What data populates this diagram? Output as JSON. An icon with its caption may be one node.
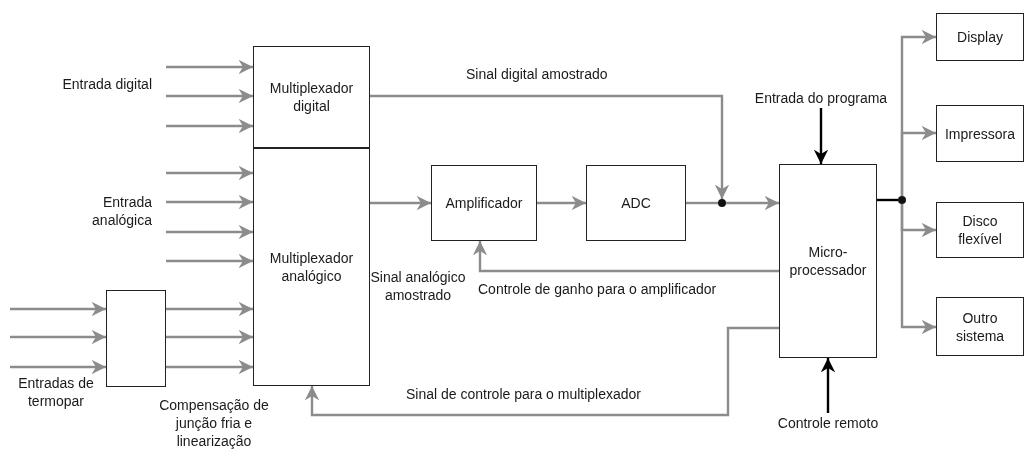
{
  "diagram": {
    "nodes": [
      {
        "text": [
          "Multiplexador digital"
        ]
      },
      {
        "text": [
          "Multiplexador analógico"
        ]
      },
      {
        "text": [],
        "shape": "box",
        "beside": [
          "Compensação de junção fria e linearização"
        ]
      },
      {
        "text": [
          "Amplificador"
        ]
      },
      {
        "text": [
          "ADC"
        ]
      },
      {
        "text": [],
        "shape": "circle"
      },
      {
        "text": [
          "Micro- processador"
        ]
      },
      {
        "text": [],
        "shape": "circle"
      },
      {
        "text": [
          "Display"
        ]
      },
      {
        "text": [
          "Impressora"
        ]
      },
      {
        "text": [
          "Disco flexível"
        ]
      },
      {
        "text": [
          "Outro sistema"
        ]
      },
      {
        "text": [
          "Entrada do programa"
        ]
      },
      {
        "text": [
          "Controle remoto"
        ]
      }
    ],
    "edges": [
      {
        "from": null,
        "to": 0,
        "arrow": "to"
      },
      {
        "from": null,
        "to": 0,
        "arrow": "to"
      },
      {
        "from": null,
        "to": 0,
        "arrow": "to"
      },
      {
        "from": null,
        "to": 1,
        "arrow": "to"
      },
      {
        "from": null,
        "to": 1,
        "arrow": "to"
      },
      {
        "from": null,
        "to": 1,
        "arrow": "to"
      },
      {
        "from": null,
        "to": 1,
        "arrow": "to"
      },
      {
        "from": null,
        "to": 2,
        "arrow": "to"
      },
      {
        "from": null,
        "to": 2,
        "arrow": "to"
      },
      {
        "from": null,
        "to": 2,
        "arrow": "to"
      },
      {
        "from": 2,
        "to": 1,
        "arrow": "to"
      },
      {
        "from": 2,
        "to": 1,
        "arrow": "to"
      },
      {
        "from": 2,
        "to": 1,
        "arrow": "to"
      },
      {
        "from": 1,
        "to": 3,
        "arrow": "to"
      },
      {
        "from": 3,
        "to": 4,
        "arrow": "to"
      },
      {
        "from": 4,
        "to": 5,
        "arrow": "none"
      },
      {
        "from": 0,
        "to": 5,
        "arrow": "to",
        "label": "Sinal digital amostrado"
      },
      {
        "from": 5,
        "to": 6,
        "arrow": "to"
      },
      {
        "from": 6,
        "to": 3,
        "arrow": "to",
        "label": "Controle de ganho para o amplificador"
      },
      {
        "from": 6,
        "to": 1,
        "arrow": "to",
        "label": "Sinal de controle para o multiplexador"
      },
      {
        "from": 12,
        "to": 6,
        "arrow": "to",
        "color": "#000000"
      },
      {
        "from": 13,
        "to": 6,
        "arrow": "to",
        "color": "#000000"
      },
      {
        "from": 6,
        "to": 7,
        "arrow": "none",
        "color": "#000000"
      },
      {
        "from": 7,
        "to": 8,
        "arrow": "to"
      },
      {
        "from": 7,
        "to": 9,
        "arrow": "to"
      },
      {
        "from": 7,
        "to": 10,
        "arrow": "to"
      },
      {
        "from": 7,
        "to": 11,
        "arrow": "to"
      }
    ],
    "labels": [
      "Entrada digital",
      "Entrada analógica",
      "Entradas de termopar",
      "Sinal analógico amostrado"
    ]
  }
}
